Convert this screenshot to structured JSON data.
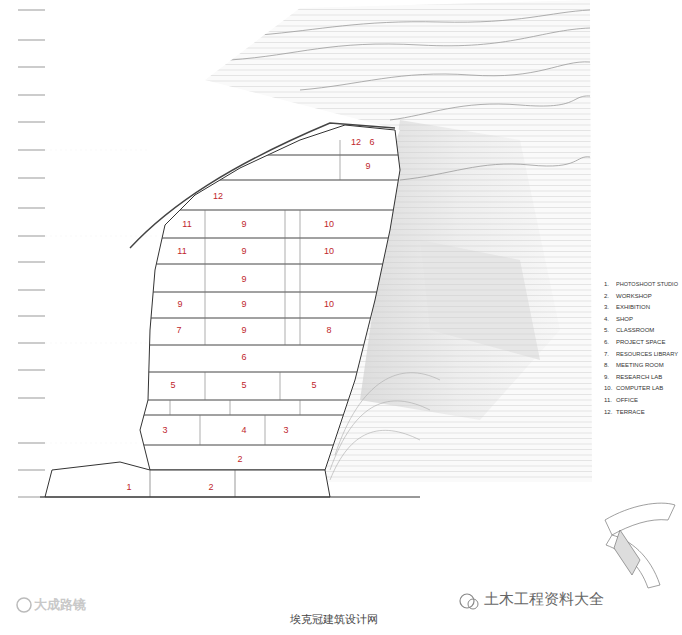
{
  "diagram": {
    "labels": [
      "12",
      "6",
      "9",
      "12",
      "11",
      "9",
      "10",
      "11",
      "9",
      "10",
      "9",
      "9",
      "9",
      "10",
      "7",
      "9",
      "8",
      "6",
      "5",
      "5",
      "5",
      "3",
      "4",
      "3",
      "2",
      "1",
      "2",
      "1.",
      "2.",
      "3.",
      "4.",
      "5.",
      "6.",
      "7.",
      "8.",
      "9.",
      "10.",
      "11.",
      "12.",
      "大成路镜",
      "埃克冠建筑设计网",
      "土木工程资料大全"
    ],
    "legend": [
      {
        "text": "PHOTOSHOOT STUDIO"
      },
      {
        "text": "WORKSHOP"
      },
      {
        "text": "EXHIBITION"
      },
      {
        "text": "SHOP"
      },
      {
        "text": "CLASSROOM"
      },
      {
        "text": "PROJECT SPACE"
      },
      {
        "text": "RESOURCES LIBRARY"
      },
      {
        "text": "MEETING ROOM"
      },
      {
        "text": "RESEARCH LAB"
      },
      {
        "text": "COMPUTER LAB"
      },
      {
        "text": "OFFICE"
      },
      {
        "text": "TERRACE"
      }
    ]
  }
}
